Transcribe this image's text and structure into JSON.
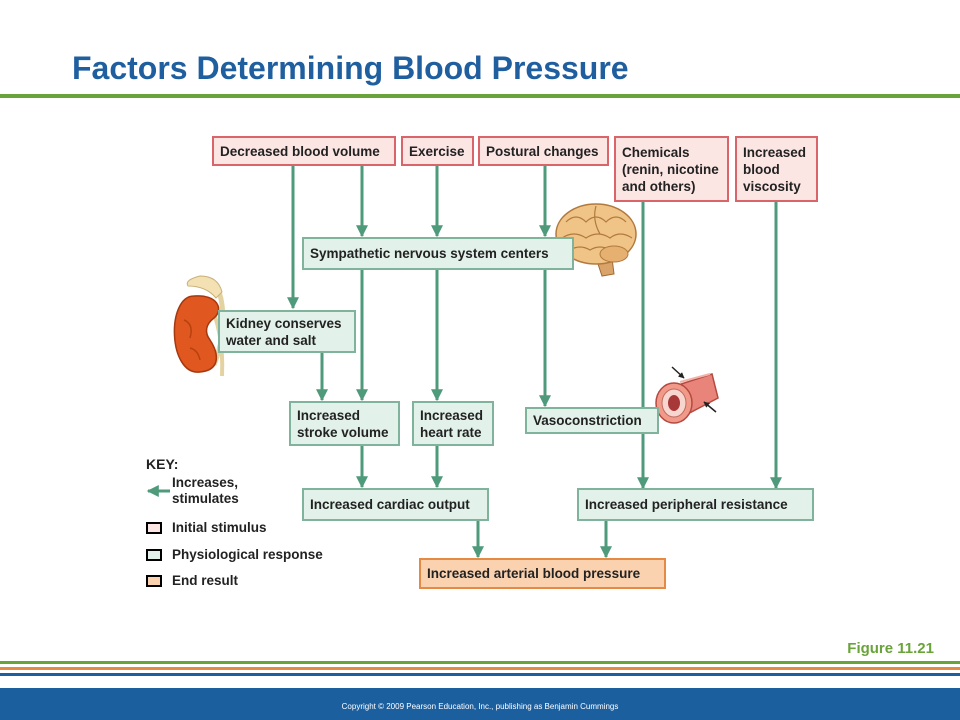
{
  "title": "Factors Determining Blood Pressure",
  "figure_label": "Figure 11.21",
  "copyright": "Copyright © 2009 Pearson Education, Inc., publishing as Benjamin Cummings",
  "boxes": {
    "decreased_blood_volume": "Decreased blood volume",
    "exercise": "Exercise",
    "postural_changes": "Postural changes",
    "chemicals": "Chemicals\n(renin, nicotine\nand others)",
    "increased_blood_viscosity": "Increased\nblood\nviscosity",
    "sympathetic_centers": "Sympathetic nervous system centers",
    "kidney": "Kidney conserves\nwater and salt",
    "stroke_volume": "Increased\nstroke volume",
    "heart_rate": "Increased\nheart rate",
    "vasoconstriction": "Vasoconstriction",
    "cardiac_output": "Increased cardiac output",
    "peripheral_resistance": "Increased peripheral resistance",
    "arterial_pressure": "Increased arterial blood pressure"
  },
  "key": {
    "title": "KEY:",
    "increases": "Increases,\nstimulates",
    "initial_stimulus": "Initial stimulus",
    "physiological_response": "Physiological response",
    "end_result": "End result"
  },
  "colors": {
    "title": "#1f5f9f",
    "accent_green": "#6aa33a",
    "arrow": "#4e9a7b",
    "stimulus_fill": "#fce6e4",
    "stimulus_border": "#d9656b",
    "response_fill": "#e2f2ea",
    "response_border": "#80b39b",
    "end_fill": "#fbd2b0",
    "end_border": "#e58a45",
    "footer": "#1c5f9f"
  },
  "icons": [
    "brain-icon",
    "kidney-icon",
    "artery-icon"
  ]
}
